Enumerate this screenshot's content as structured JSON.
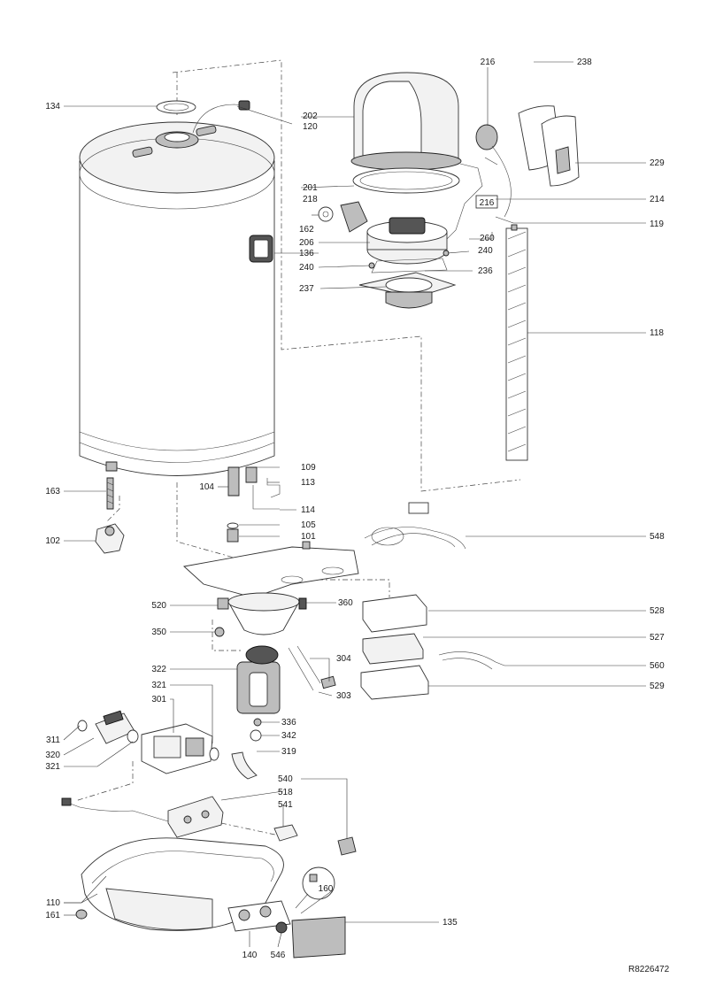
{
  "reference_code": "R8226472",
  "callouts": {
    "c134": "134",
    "c120": "120",
    "c202": "202",
    "c216": "216",
    "c238": "238",
    "c229": "229",
    "c201": "201",
    "c218": "218",
    "c214": "214",
    "c216b": "216",
    "c162": "162",
    "c206": "206",
    "c260": "260",
    "c119": "119",
    "c136": "136",
    "c240a": "240",
    "c240b": "240",
    "c236": "236",
    "c237": "237",
    "c118": "118",
    "c109": "109",
    "c104": "104",
    "c113": "113",
    "c163": "163",
    "c114": "114",
    "c105": "105",
    "c102": "102",
    "c101": "101",
    "c548": "548",
    "c520": "520",
    "c360": "360",
    "c528": "528",
    "c350": "350",
    "c527": "527",
    "c322": "322",
    "c304": "304",
    "c560": "560",
    "c321a": "321",
    "c301": "301",
    "c529": "529",
    "c303": "303",
    "c336": "336",
    "c311": "311",
    "c342": "342",
    "c320": "320",
    "c319": "319",
    "c321b": "321",
    "c540": "540",
    "c518": "518",
    "c541": "541",
    "c160": "160",
    "c110": "110",
    "c161": "161",
    "c135": "135",
    "c140": "140",
    "c546": "546"
  },
  "colors": {
    "line": "#333333",
    "part_fill": "#f2f2f2",
    "dark_fill": "#555555",
    "background": "#ffffff"
  }
}
